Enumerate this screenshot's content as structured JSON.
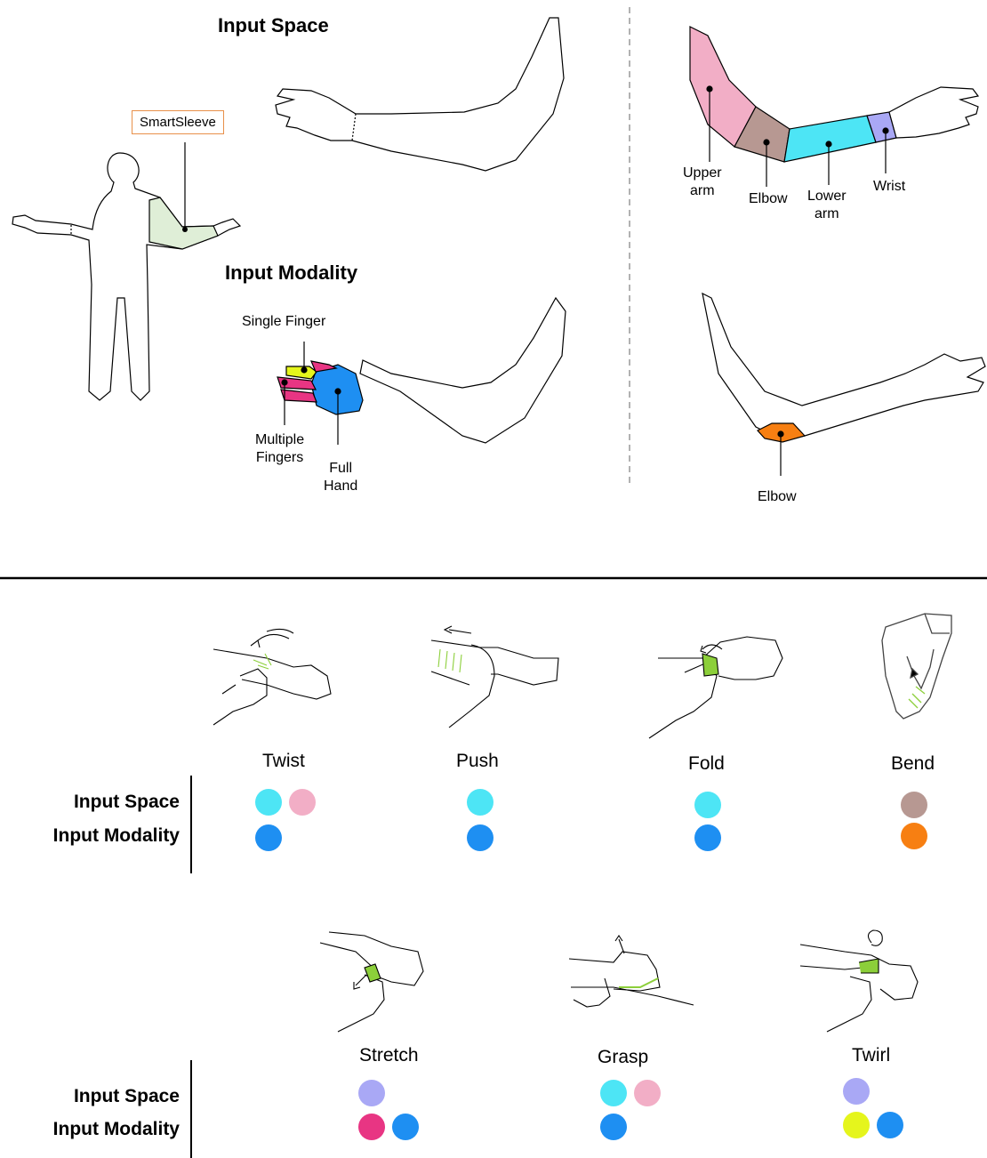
{
  "top": {
    "input_space_heading": "Input Space",
    "input_modality_heading": "Input Modality",
    "smartsleeve_label": "SmartSleeve",
    "arm_regions": [
      {
        "label": "Upper\narm",
        "color": "#f2aec6"
      },
      {
        "label": "Elbow",
        "color": "#b79892"
      },
      {
        "label": "Lower\narm",
        "color": "#4de5f5"
      },
      {
        "label": "Wrist",
        "color": "#a9a8f5"
      }
    ],
    "modality_regions": [
      {
        "label": "Single Finger",
        "color": "#e5f51c"
      },
      {
        "label": "Multiple\nFingers",
        "color": "#e83583"
      },
      {
        "label": "Full\nHand",
        "color": "#1e8ff2"
      }
    ],
    "elbow_modality": {
      "label": "Elbow",
      "color": "#f77f12"
    }
  },
  "legend": {
    "input_space": "Input Space",
    "input_modality": "Input Modality"
  },
  "colors": {
    "upper_arm": "#f2aec6",
    "elbow": "#b79892",
    "lower_arm": "#4de5f5",
    "wrist": "#a9a8f5",
    "single_finger": "#e5f51c",
    "multiple_fingers": "#e83583",
    "full_hand": "#1e8ff2",
    "elbow_modality": "#f77f12",
    "gesture_stroke": "#8ccf3a"
  },
  "gestures": [
    {
      "name": "Twist",
      "space": [
        "lower_arm",
        "upper_arm"
      ],
      "modality": [
        "full_hand"
      ]
    },
    {
      "name": "Push",
      "space": [
        "lower_arm"
      ],
      "modality": [
        "full_hand"
      ]
    },
    {
      "name": "Fold",
      "space": [
        "lower_arm"
      ],
      "modality": [
        "full_hand"
      ]
    },
    {
      "name": "Bend",
      "space": [
        "elbow"
      ],
      "modality": [
        "elbow_modality"
      ]
    },
    {
      "name": "Stretch",
      "space": [
        "wrist"
      ],
      "modality": [
        "multiple_fingers",
        "full_hand"
      ]
    },
    {
      "name": "Grasp",
      "space": [
        "lower_arm",
        "upper_arm"
      ],
      "modality": [
        "full_hand"
      ]
    },
    {
      "name": "Twirl",
      "space": [
        "wrist"
      ],
      "modality": [
        "single_finger",
        "full_hand"
      ]
    }
  ]
}
